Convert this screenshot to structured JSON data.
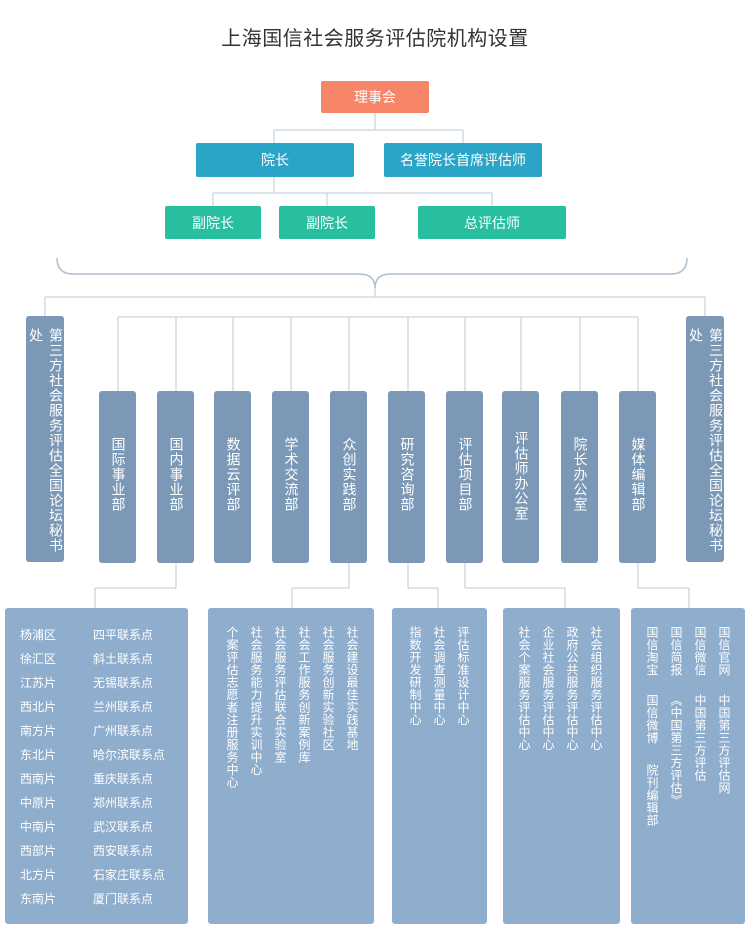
{
  "title": "上海国信社会服务评估院机构设置",
  "council": "理事会",
  "president": "院长",
  "honorary": "名誉院长首席评估师",
  "vice_president_1": "副院长",
  "vice_president_2": "副院长",
  "chief_evaluator": "总评估师",
  "side_left": "第三方社会服务评估全国论坛秘书处",
  "side_right": "第三方社会服务评估全国论坛秘书处",
  "departments": [
    "国际事业部",
    "国内事业部",
    "数据云评部",
    "学术交流部",
    "众创实践部",
    "研究咨询部",
    "评估项目部",
    "评估师办公室",
    "院长办公室",
    "媒体编辑部"
  ],
  "regions": [
    "杨浦区",
    "徐汇区",
    "江苏片",
    "西北片",
    "南方片",
    "东北片",
    "西南片",
    "中原片",
    "中南片",
    "西部片",
    "北方片",
    "东南片"
  ],
  "contacts": [
    "四平联系点",
    "斜土联系点",
    "无锡联系点",
    "兰州联系点",
    "广州联系点",
    "哈尔滨联系点",
    "重庆联系点",
    "郑州联系点",
    "武汉联系点",
    "西安联系点",
    "石家庄联系点",
    "厦门联系点"
  ],
  "innovation_items": [
    "个案评估志愿者注册服务中心",
    "社会服务能力提升实训中心",
    "社会服务评估联合实验室",
    "社会工作服务创新案例库",
    "社会服务创新实验社区",
    "社会建设最佳实践基地"
  ],
  "research_items": [
    "指数开发研制中心",
    "社会调查测量中心",
    "评估标准设计中心"
  ],
  "evaluation_items": [
    "社会个案服务评估中心",
    "企业社会服务评估中心",
    "政府公共服务评估中心",
    "社会组织服务评估中心"
  ],
  "media_items": [
    "国信淘宝",
    "国信微博",
    "国信简报",
    "《中国第三方评估》",
    "国信微信",
    "中国第三方评估",
    "国信官网",
    "中国第三方评估网"
  ],
  "media_extra": "院刊编辑部"
}
